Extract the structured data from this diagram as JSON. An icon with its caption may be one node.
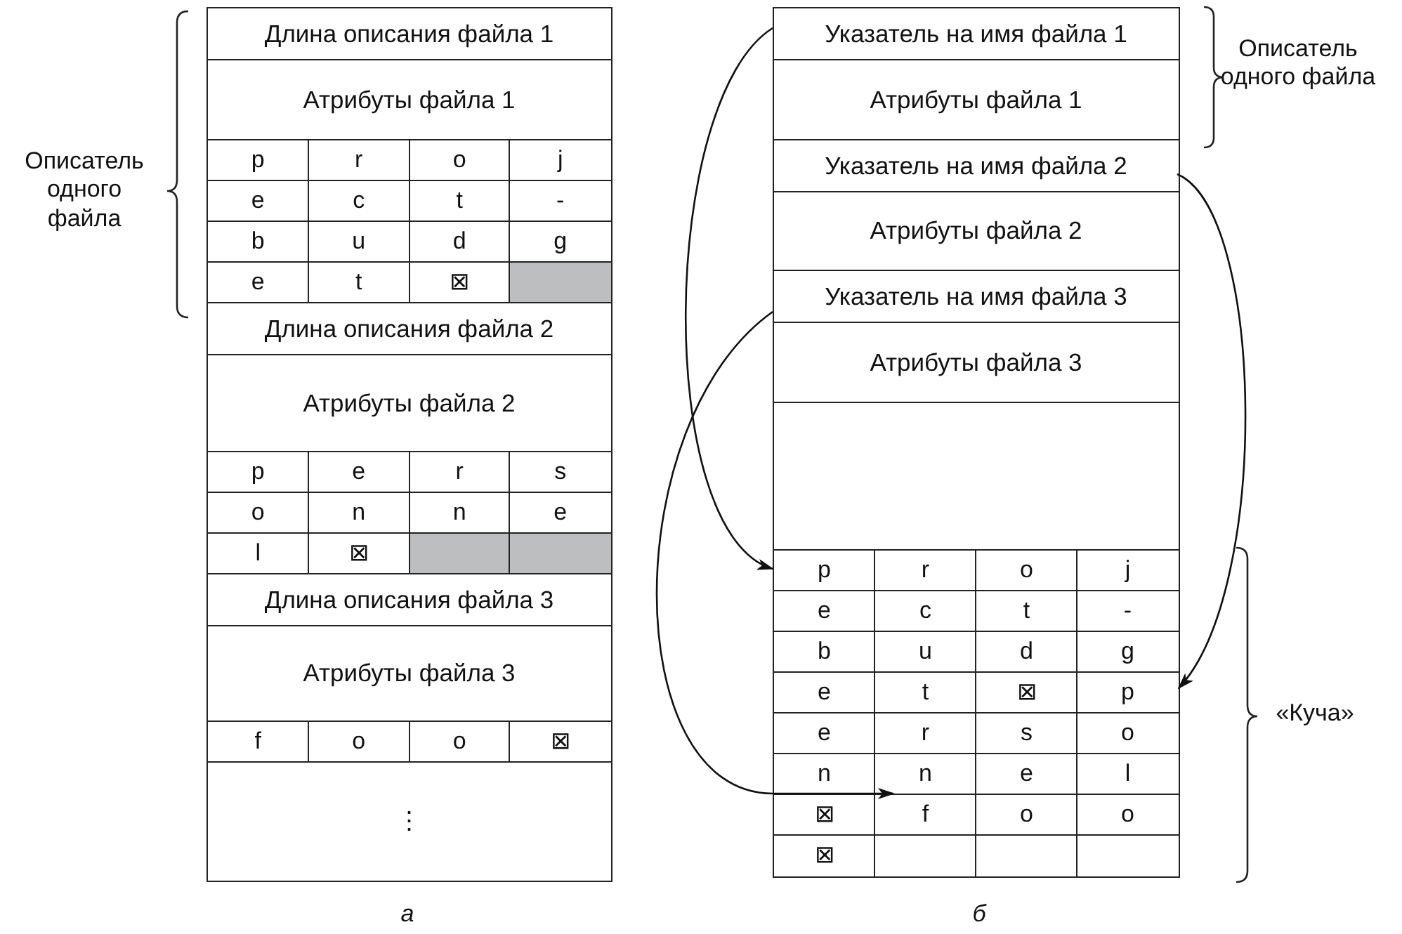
{
  "diagram": {
    "nodes": [
      {
        "text": [
          "Длина описания файла 1"
        ]
      },
      {
        "text": [
          "Атрибуты файла 1"
        ]
      },
      {
        "text": [
          "p"
        ]
      },
      {
        "text": [
          "r"
        ]
      },
      {
        "text": [
          "o"
        ]
      },
      {
        "text": [
          "j"
        ]
      },
      {
        "text": [
          "e"
        ]
      },
      {
        "text": [
          "c"
        ]
      },
      {
        "text": [
          "t"
        ]
      },
      {
        "text": [
          "-"
        ]
      },
      {
        "text": [
          "b"
        ]
      },
      {
        "text": [
          "u"
        ]
      },
      {
        "text": [
          "d"
        ]
      },
      {
        "text": [
          "g"
        ]
      },
      {
        "text": [
          "e"
        ]
      },
      {
        "text": [
          "t"
        ]
      },
      {
        "text": [
          "⊠"
        ]
      },
      {
        "text": [],
        "shape": "box"
      },
      {
        "text": [
          "Длина описания файла 2"
        ]
      },
      {
        "text": [
          "Атрибуты файла 2"
        ]
      },
      {
        "text": [
          "p"
        ]
      },
      {
        "text": [
          "e"
        ]
      },
      {
        "text": [
          "r"
        ]
      },
      {
        "text": [
          "s"
        ]
      },
      {
        "text": [
          "o"
        ]
      },
      {
        "text": [
          "n"
        ]
      },
      {
        "text": [
          "n"
        ]
      },
      {
        "text": [
          "e"
        ]
      },
      {
        "text": [
          "l"
        ]
      },
      {
        "text": [
          "⊠"
        ]
      },
      {
        "text": [],
        "shape": "box"
      },
      {
        "text": [],
        "shape": "box"
      },
      {
        "text": [
          "Длина описания файла 3"
        ]
      },
      {
        "text": [
          "Атрибуты файла 3"
        ]
      },
      {
        "text": [
          "f"
        ]
      },
      {
        "text": [
          "o"
        ]
      },
      {
        "text": [
          "o"
        ]
      },
      {
        "text": [
          "⊠"
        ]
      },
      {
        "text": [
          "⋮"
        ]
      },
      {
        "text": [
          "Указатель на имя файла 1"
        ]
      },
      {
        "text": [
          "Атрибуты файла 1"
        ]
      },
      {
        "text": [
          "Указатель на имя файла 2"
        ]
      },
      {
        "text": [
          "Атрибуты файла 2"
        ]
      },
      {
        "text": [
          "Указатель на имя файла 3"
        ]
      },
      {
        "text": [
          "Атрибуты файла 3"
        ]
      },
      {
        "text": [],
        "shape": "box"
      },
      {
        "text": [
          "p"
        ]
      },
      {
        "text": [
          "r"
        ]
      },
      {
        "text": [
          "o"
        ]
      },
      {
        "text": [
          "j"
        ]
      },
      {
        "text": [
          "e"
        ]
      },
      {
        "text": [
          "c"
        ]
      },
      {
        "text": [
          "t"
        ]
      },
      {
        "text": [
          "-"
        ]
      },
      {
        "text": [
          "b"
        ]
      },
      {
        "text": [
          "u"
        ]
      },
      {
        "text": [
          "d"
        ]
      },
      {
        "text": [
          "g"
        ]
      },
      {
        "text": [
          "e"
        ]
      },
      {
        "text": [
          "t"
        ]
      },
      {
        "text": [
          "⊠"
        ]
      },
      {
        "text": [
          "p"
        ]
      },
      {
        "text": [
          "e"
        ]
      },
      {
        "text": [
          "r"
        ]
      },
      {
        "text": [
          "s"
        ]
      },
      {
        "text": [
          "o"
        ]
      },
      {
        "text": [
          "n"
        ]
      },
      {
        "text": [
          "n"
        ]
      },
      {
        "text": [
          "e"
        ]
      },
      {
        "text": [
          "l"
        ]
      },
      {
        "text": [
          "⊠"
        ]
      },
      {
        "text": [
          "f"
        ]
      },
      {
        "text": [
          "o"
        ]
      },
      {
        "text": [
          "o"
        ]
      },
      {
        "text": [
          "⊠"
        ]
      },
      {
        "text": [],
        "shape": "box"
      },
      {
        "text": [],
        "shape": "box"
      },
      {
        "text": [],
        "shape": "box"
      }
    ],
    "edges": [
      {
        "from": 39,
        "to": 46,
        "arrow": "to"
      },
      {
        "from": 41,
        "to": 61,
        "arrow": "to"
      },
      {
        "from": 43,
        "to": 71,
        "arrow": "to"
      }
    ],
    "labels": [
      "Описатель одного файла",
      "Описатель одного файла",
      "«Куча»",
      "а",
      "б"
    ]
  }
}
